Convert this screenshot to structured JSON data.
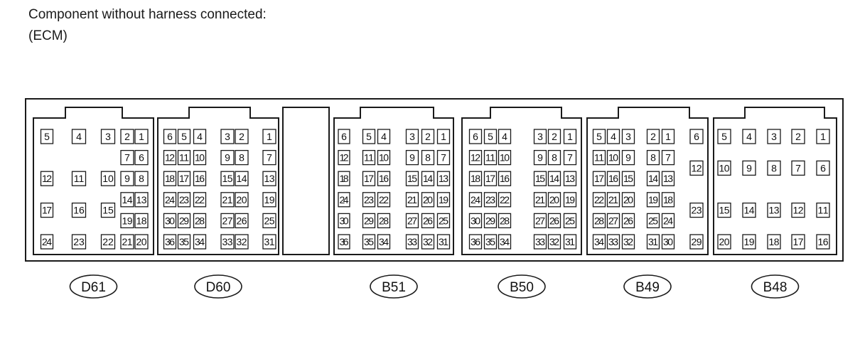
{
  "heading": {
    "line1": "Component without harness connected:",
    "line2": "(ECM)"
  },
  "connectors": [
    {
      "id": "D61",
      "pins": [
        {
          "n": "5",
          "c": 0,
          "r": 0
        },
        {
          "n": "4",
          "c": 1,
          "r": 0
        },
        {
          "n": "3",
          "c": 2,
          "r": 0
        },
        {
          "n": "2",
          "c": 3,
          "r": 0
        },
        {
          "n": "1",
          "c": 4,
          "r": 0
        },
        {
          "n": "7",
          "c": 3,
          "r": 1
        },
        {
          "n": "6",
          "c": 4,
          "r": 1
        },
        {
          "n": "12",
          "c": 0,
          "r": 2
        },
        {
          "n": "11",
          "c": 1,
          "r": 2
        },
        {
          "n": "10",
          "c": 2,
          "r": 2
        },
        {
          "n": "9",
          "c": 3,
          "r": 2
        },
        {
          "n": "8",
          "c": 4,
          "r": 2
        },
        {
          "n": "14",
          "c": 3,
          "r": 3
        },
        {
          "n": "13",
          "c": 4,
          "r": 3
        },
        {
          "n": "17",
          "c": 0,
          "r": 3.5
        },
        {
          "n": "16",
          "c": 1,
          "r": 3.5
        },
        {
          "n": "15",
          "c": 2,
          "r": 3.5
        },
        {
          "n": "19",
          "c": 3,
          "r": 4
        },
        {
          "n": "18",
          "c": 4,
          "r": 4
        },
        {
          "n": "24",
          "c": 0,
          "r": 5
        },
        {
          "n": "23",
          "c": 1,
          "r": 5
        },
        {
          "n": "22",
          "c": 2,
          "r": 5
        },
        {
          "n": "21",
          "c": 3,
          "r": 5
        },
        {
          "n": "20",
          "c": 4,
          "r": 5
        }
      ]
    },
    {
      "id": "D60",
      "pins": [
        {
          "n": "6",
          "c": 0,
          "r": 0
        },
        {
          "n": "5",
          "c": 1,
          "r": 0
        },
        {
          "n": "4",
          "c": 2,
          "r": 0
        },
        {
          "n": "3",
          "c": 3,
          "r": 0
        },
        {
          "n": "2",
          "c": 4,
          "r": 0
        },
        {
          "n": "1",
          "c": 5,
          "r": 0
        },
        {
          "n": "12",
          "c": 0,
          "r": 1
        },
        {
          "n": "11",
          "c": 1,
          "r": 1
        },
        {
          "n": "10",
          "c": 2,
          "r": 1
        },
        {
          "n": "9",
          "c": 3,
          "r": 1
        },
        {
          "n": "8",
          "c": 4,
          "r": 1
        },
        {
          "n": "7",
          "c": 5,
          "r": 1
        },
        {
          "n": "18",
          "c": 0,
          "r": 2
        },
        {
          "n": "17",
          "c": 1,
          "r": 2
        },
        {
          "n": "16",
          "c": 2,
          "r": 2
        },
        {
          "n": "15",
          "c": 3,
          "r": 2
        },
        {
          "n": "14",
          "c": 4,
          "r": 2
        },
        {
          "n": "13",
          "c": 5,
          "r": 2
        },
        {
          "n": "24",
          "c": 0,
          "r": 3
        },
        {
          "n": "23",
          "c": 1,
          "r": 3
        },
        {
          "n": "22",
          "c": 2,
          "r": 3
        },
        {
          "n": "21",
          "c": 3,
          "r": 3
        },
        {
          "n": "20",
          "c": 4,
          "r": 3
        },
        {
          "n": "19",
          "c": 5,
          "r": 3
        },
        {
          "n": "30",
          "c": 0,
          "r": 4
        },
        {
          "n": "29",
          "c": 1,
          "r": 4
        },
        {
          "n": "28",
          "c": 2,
          "r": 4
        },
        {
          "n": "27",
          "c": 3,
          "r": 4
        },
        {
          "n": "26",
          "c": 4,
          "r": 4
        },
        {
          "n": "25",
          "c": 5,
          "r": 4
        },
        {
          "n": "36",
          "c": 0,
          "r": 5
        },
        {
          "n": "35",
          "c": 1,
          "r": 5
        },
        {
          "n": "34",
          "c": 2,
          "r": 5
        },
        {
          "n": "33",
          "c": 3,
          "r": 5
        },
        {
          "n": "32",
          "c": 4,
          "r": 5
        },
        {
          "n": "31",
          "c": 5,
          "r": 5
        }
      ]
    },
    {
      "id": "B51",
      "pins": [
        {
          "n": "6",
          "c": 0,
          "r": 0
        },
        {
          "n": "5",
          "c": 1,
          "r": 0
        },
        {
          "n": "4",
          "c": 2,
          "r": 0
        },
        {
          "n": "3",
          "c": 3,
          "r": 0
        },
        {
          "n": "2",
          "c": 4,
          "r": 0
        },
        {
          "n": "1",
          "c": 5,
          "r": 0
        },
        {
          "n": "12",
          "c": 0,
          "r": 1
        },
        {
          "n": "11",
          "c": 1,
          "r": 1
        },
        {
          "n": "10",
          "c": 2,
          "r": 1
        },
        {
          "n": "9",
          "c": 3,
          "r": 1
        },
        {
          "n": "8",
          "c": 4,
          "r": 1
        },
        {
          "n": "7",
          "c": 5,
          "r": 1
        },
        {
          "n": "18",
          "c": 0,
          "r": 2
        },
        {
          "n": "17",
          "c": 1,
          "r": 2
        },
        {
          "n": "16",
          "c": 2,
          "r": 2
        },
        {
          "n": "15",
          "c": 3,
          "r": 2
        },
        {
          "n": "14",
          "c": 4,
          "r": 2
        },
        {
          "n": "13",
          "c": 5,
          "r": 2
        },
        {
          "n": "24",
          "c": 0,
          "r": 3
        },
        {
          "n": "23",
          "c": 1,
          "r": 3
        },
        {
          "n": "22",
          "c": 2,
          "r": 3
        },
        {
          "n": "21",
          "c": 3,
          "r": 3
        },
        {
          "n": "20",
          "c": 4,
          "r": 3
        },
        {
          "n": "19",
          "c": 5,
          "r": 3
        },
        {
          "n": "30",
          "c": 0,
          "r": 4
        },
        {
          "n": "29",
          "c": 1,
          "r": 4
        },
        {
          "n": "28",
          "c": 2,
          "r": 4
        },
        {
          "n": "27",
          "c": 3,
          "r": 4
        },
        {
          "n": "26",
          "c": 4,
          "r": 4
        },
        {
          "n": "25",
          "c": 5,
          "r": 4
        },
        {
          "n": "36",
          "c": 0,
          "r": 5
        },
        {
          "n": "35",
          "c": 1,
          "r": 5
        },
        {
          "n": "34",
          "c": 2,
          "r": 5
        },
        {
          "n": "33",
          "c": 3,
          "r": 5
        },
        {
          "n": "32",
          "c": 4,
          "r": 5
        },
        {
          "n": "31",
          "c": 5,
          "r": 5
        }
      ]
    },
    {
      "id": "B50",
      "pins": [
        {
          "n": "6",
          "c": 0,
          "r": 0
        },
        {
          "n": "5",
          "c": 1,
          "r": 0
        },
        {
          "n": "4",
          "c": 2,
          "r": 0
        },
        {
          "n": "3",
          "c": 3,
          "r": 0
        },
        {
          "n": "2",
          "c": 4,
          "r": 0
        },
        {
          "n": "1",
          "c": 5,
          "r": 0
        },
        {
          "n": "12",
          "c": 0,
          "r": 1
        },
        {
          "n": "11",
          "c": 1,
          "r": 1
        },
        {
          "n": "10",
          "c": 2,
          "r": 1
        },
        {
          "n": "9",
          "c": 3,
          "r": 1
        },
        {
          "n": "8",
          "c": 4,
          "r": 1
        },
        {
          "n": "7",
          "c": 5,
          "r": 1
        },
        {
          "n": "18",
          "c": 0,
          "r": 2
        },
        {
          "n": "17",
          "c": 1,
          "r": 2
        },
        {
          "n": "16",
          "c": 2,
          "r": 2
        },
        {
          "n": "15",
          "c": 3,
          "r": 2
        },
        {
          "n": "14",
          "c": 4,
          "r": 2
        },
        {
          "n": "13",
          "c": 5,
          "r": 2
        },
        {
          "n": "24",
          "c": 0,
          "r": 3
        },
        {
          "n": "23",
          "c": 1,
          "r": 3
        },
        {
          "n": "22",
          "c": 2,
          "r": 3
        },
        {
          "n": "21",
          "c": 3,
          "r": 3
        },
        {
          "n": "20",
          "c": 4,
          "r": 3
        },
        {
          "n": "19",
          "c": 5,
          "r": 3
        },
        {
          "n": "30",
          "c": 0,
          "r": 4
        },
        {
          "n": "29",
          "c": 1,
          "r": 4
        },
        {
          "n": "28",
          "c": 2,
          "r": 4
        },
        {
          "n": "27",
          "c": 3,
          "r": 4
        },
        {
          "n": "26",
          "c": 4,
          "r": 4
        },
        {
          "n": "25",
          "c": 5,
          "r": 4
        },
        {
          "n": "36",
          "c": 0,
          "r": 5
        },
        {
          "n": "35",
          "c": 1,
          "r": 5
        },
        {
          "n": "34",
          "c": 2,
          "r": 5
        },
        {
          "n": "33",
          "c": 3,
          "r": 5
        },
        {
          "n": "32",
          "c": 4,
          "r": 5
        },
        {
          "n": "31",
          "c": 5,
          "r": 5
        }
      ]
    },
    {
      "id": "B49",
      "pins": [
        {
          "n": "5",
          "c": 0,
          "r": 0
        },
        {
          "n": "4",
          "c": 1,
          "r": 0
        },
        {
          "n": "3",
          "c": 2,
          "r": 0
        },
        {
          "n": "2",
          "c": 3,
          "r": 0
        },
        {
          "n": "1",
          "c": 4,
          "r": 0
        },
        {
          "n": "6",
          "c": 5,
          "r": 0
        },
        {
          "n": "11",
          "c": 0,
          "r": 1
        },
        {
          "n": "10",
          "c": 1,
          "r": 1
        },
        {
          "n": "9",
          "c": 2,
          "r": 1
        },
        {
          "n": "8",
          "c": 3,
          "r": 1
        },
        {
          "n": "7",
          "c": 4,
          "r": 1
        },
        {
          "n": "12",
          "c": 5,
          "r": 1.5
        },
        {
          "n": "17",
          "c": 0,
          "r": 2
        },
        {
          "n": "16",
          "c": 1,
          "r": 2
        },
        {
          "n": "15",
          "c": 2,
          "r": 2
        },
        {
          "n": "14",
          "c": 3,
          "r": 2
        },
        {
          "n": "13",
          "c": 4,
          "r": 2
        },
        {
          "n": "22",
          "c": 0,
          "r": 3
        },
        {
          "n": "21",
          "c": 1,
          "r": 3
        },
        {
          "n": "20",
          "c": 2,
          "r": 3
        },
        {
          "n": "19",
          "c": 3,
          "r": 3
        },
        {
          "n": "18",
          "c": 4,
          "r": 3
        },
        {
          "n": "23",
          "c": 5,
          "r": 3.5
        },
        {
          "n": "28",
          "c": 0,
          "r": 4
        },
        {
          "n": "27",
          "c": 1,
          "r": 4
        },
        {
          "n": "26",
          "c": 2,
          "r": 4
        },
        {
          "n": "25",
          "c": 3,
          "r": 4
        },
        {
          "n": "24",
          "c": 4,
          "r": 4
        },
        {
          "n": "34",
          "c": 0,
          "r": 5
        },
        {
          "n": "33",
          "c": 1,
          "r": 5
        },
        {
          "n": "32",
          "c": 2,
          "r": 5
        },
        {
          "n": "31",
          "c": 3,
          "r": 5
        },
        {
          "n": "30",
          "c": 4,
          "r": 5
        },
        {
          "n": "29",
          "c": 5,
          "r": 5
        }
      ]
    },
    {
      "id": "B48",
      "pins": [
        {
          "n": "5",
          "c": 0,
          "r": 0
        },
        {
          "n": "4",
          "c": 1,
          "r": 0
        },
        {
          "n": "3",
          "c": 2,
          "r": 0
        },
        {
          "n": "2",
          "c": 3,
          "r": 0
        },
        {
          "n": "1",
          "c": 4,
          "r": 0
        },
        {
          "n": "10",
          "c": 0,
          "r": 1.5
        },
        {
          "n": "9",
          "c": 1,
          "r": 1.5
        },
        {
          "n": "8",
          "c": 2,
          "r": 1.5
        },
        {
          "n": "7",
          "c": 3,
          "r": 1.5
        },
        {
          "n": "6",
          "c": 4,
          "r": 1.5
        },
        {
          "n": "15",
          "c": 0,
          "r": 3.5
        },
        {
          "n": "14",
          "c": 1,
          "r": 3.5
        },
        {
          "n": "13",
          "c": 2,
          "r": 3.5
        },
        {
          "n": "12",
          "c": 3,
          "r": 3.5
        },
        {
          "n": "11",
          "c": 4,
          "r": 3.5
        },
        {
          "n": "20",
          "c": 0,
          "r": 5
        },
        {
          "n": "19",
          "c": 1,
          "r": 5
        },
        {
          "n": "18",
          "c": 2,
          "r": 5
        },
        {
          "n": "17",
          "c": 3,
          "r": 5
        },
        {
          "n": "16",
          "c": 4,
          "r": 5
        }
      ]
    }
  ]
}
